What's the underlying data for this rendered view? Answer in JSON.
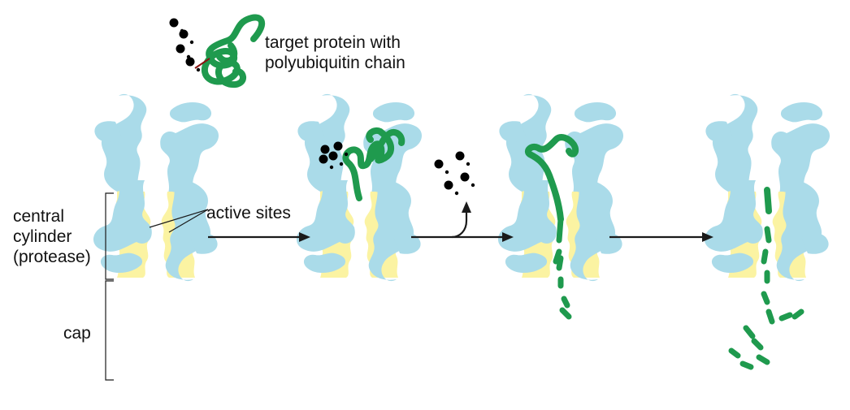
{
  "labels": {
    "target_line1": "target protein with",
    "target_line2": "polyubiquitin chain",
    "active_sites": "active sites",
    "central_line1": "central",
    "central_line2": "cylinder",
    "central_line3": "(protease)",
    "cap": "cap"
  },
  "colors": {
    "cap": "#aadbe9",
    "cylinder": "#fbf3a2",
    "protein": "#1f9a4e",
    "protein_outline": "#0d6a33",
    "ubiquitin": "#d4302e",
    "ubiquitin_dark": "#8a1412",
    "active_site": "#d33a72",
    "line": "#1a1a1a"
  },
  "icons": {
    "cap": "proteasome-cap-shape",
    "cylinder": "proteasome-cylinder-shape",
    "active_site": "starburst-icon",
    "ubiquitin": "ubiquitin-icon",
    "arrow": "arrow-right-icon"
  }
}
